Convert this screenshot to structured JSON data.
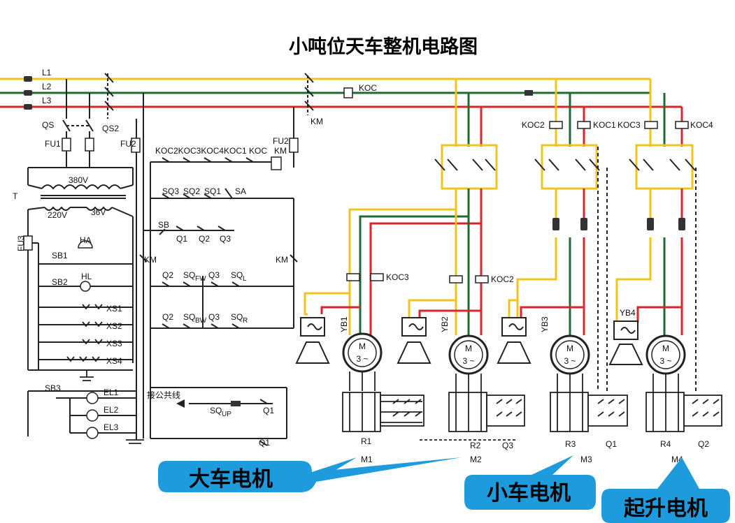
{
  "title": "小吨位天车整机电路图",
  "phases": [
    "L1",
    "L2",
    "L3"
  ],
  "colors": {
    "l1": "#f0c419",
    "l2": "#1e6b34",
    "l3": "#d8262b",
    "wire": "#222222",
    "callout": "#1e9bdc"
  },
  "left_panel": {
    "qs": "QS",
    "qs2": "QS2",
    "fu1": "FU1",
    "fu2": "FU2",
    "fu3": "FU3",
    "transformer": "T",
    "v380": "380V",
    "v220": "220V",
    "v36": "36V",
    "sb1": "SB1",
    "ha": "HA",
    "sb2": "SB2",
    "hl": "HL",
    "xs1": "XS1",
    "xs2": "XS2",
    "xs3": "XS3",
    "xs4": "XS4",
    "sb3": "SB3",
    "el1": "EL1",
    "el2": "EL2",
    "el3": "EL3"
  },
  "control": {
    "koc_chain": "KOC2KOC3KOC4KOC1 KOC",
    "fu2": "FU2",
    "km_coil": "KM",
    "sq3": "SQ3",
    "sq2": "SQ2",
    "sq1": "SQ1",
    "sa": "SA",
    "sb": "SB",
    "q1": "Q1",
    "q2": "Q2",
    "q3": "Q3",
    "km_left": "KM",
    "km_right": "KM",
    "q2_a": "Q2",
    "sqfw": "SQ",
    "sqfw_sub": "FW",
    "q3_a": "Q3",
    "sql": "SQ",
    "sql_sub": "L",
    "q2_b": "Q2",
    "sqbw": "SQ",
    "sqbw_sub": "BW",
    "q3_b": "Q3",
    "sqr": "SQ",
    "sqr_sub": "R",
    "common_line": "接公共线",
    "squp": "SQ",
    "squp_sub": "UP",
    "q1_a": "Q1",
    "q1_b": "Q1"
  },
  "power": {
    "koc": "KOC",
    "km": "KM",
    "koc2_top": "KOC2",
    "koc1_top": "KOC1",
    "koc3_top": "KOC3",
    "koc4_top": "KOC4",
    "koc3_mid": "KOC3",
    "koc2_mid": "KOC2",
    "yb1": "YB1",
    "yb2": "YB2",
    "yb3": "YB3",
    "yb4": "YB4",
    "motor_m": "M",
    "motor_phase": "3 ~",
    "r1": "R1",
    "r2": "R2",
    "r3": "R3",
    "r4": "R4",
    "q1": "Q1",
    "q2": "Q2",
    "q3": "Q3",
    "m1": "M1",
    "m2": "M2",
    "m3": "M3",
    "m4": "M4"
  },
  "callouts": {
    "big_car": "大车电机",
    "small_car": "小车电机",
    "hoist": "起升电机"
  }
}
